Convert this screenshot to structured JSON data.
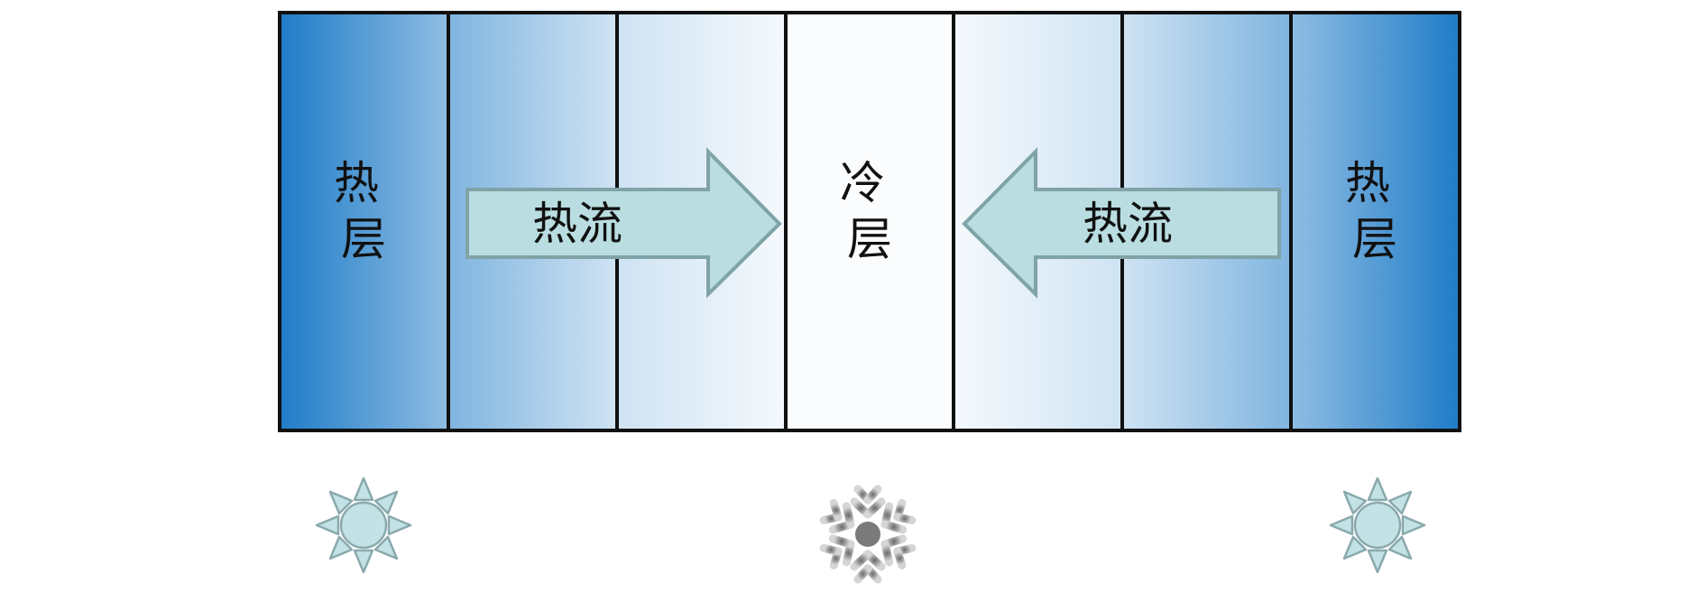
{
  "diagram": {
    "layers": {
      "left_hot": "热\n层",
      "cold": "冷\n层",
      "right_hot": "热\n层"
    },
    "arrows": {
      "left_label": "热流",
      "right_label": "热流"
    },
    "icons": {
      "left": "sun-icon",
      "center": "snowflake-icon",
      "right": "sun-icon"
    },
    "colors": {
      "deep_blue": "#1f7cc8",
      "light_blue": "#d6e8f6",
      "arrow_fill": "#b9dde0",
      "arrow_stroke": "#7fa3a6",
      "border": "#111111",
      "sun_fill": "#c2e2e6",
      "sun_stroke": "#8aa9ad",
      "snow_fill": "#9a9a9a"
    }
  }
}
